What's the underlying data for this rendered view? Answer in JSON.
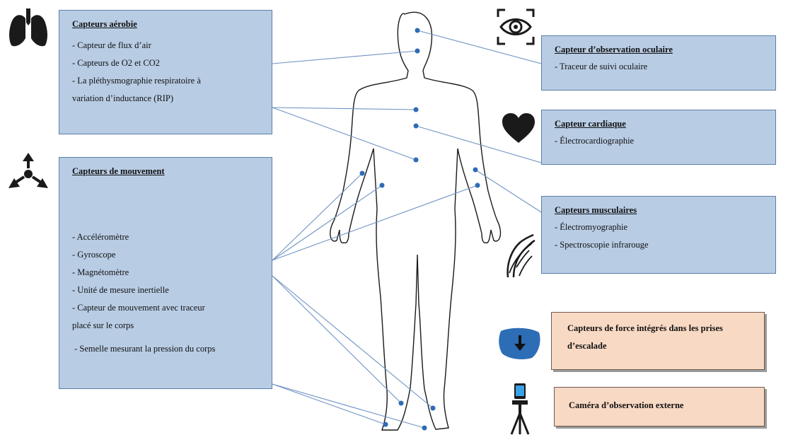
{
  "boxes": {
    "aerobic": {
      "title": "Capteurs aérobie",
      "items": [
        "- Capteur de flux d’air",
        "- Capteurs de O2 et CO2",
        "- La pléthysmographie respiratoire à",
        "variation d’inductance (RIP)"
      ]
    },
    "movement": {
      "title": "Capteurs de mouvement",
      "items": [
        "- Accéléromètre",
        "- Gyroscope",
        "- Magnétomètre",
        "- Unité de mesure inertielle",
        "- Capteur de mouvement avec traceur",
        "placé sur le corps"
      ],
      "extra": " - Semelle mesurant la pression du corps"
    },
    "ocular": {
      "title": "Capteur d’observation oculaire",
      "items": [
        "- Traceur de suivi oculaire"
      ]
    },
    "cardiac": {
      "title": "Capteur cardiaque",
      "items": [
        "- Électrocardiographie"
      ]
    },
    "muscle": {
      "title": "Capteurs musculaires",
      "items": [
        "- Électromyographie",
        "- Spectroscopie infrarouge"
      ]
    },
    "force": {
      "title": "Capteurs de force intégrés dans les prises d’escalade"
    },
    "camera": {
      "title": "Caméra d’observation externe"
    }
  },
  "colors": {
    "blue_box": "#b8cce4",
    "orange_box": "#f8d9c4",
    "line": "#6f93c4",
    "dot": "#2e6bb5",
    "icon": "#1a1a1a",
    "hold": "#2d6db6"
  },
  "icons": [
    "lungs-icon",
    "movement-arrows-icon",
    "eye-tracking-icon",
    "heart-icon",
    "muscle-icon",
    "climbing-hold-icon",
    "camera-tripod-icon"
  ]
}
